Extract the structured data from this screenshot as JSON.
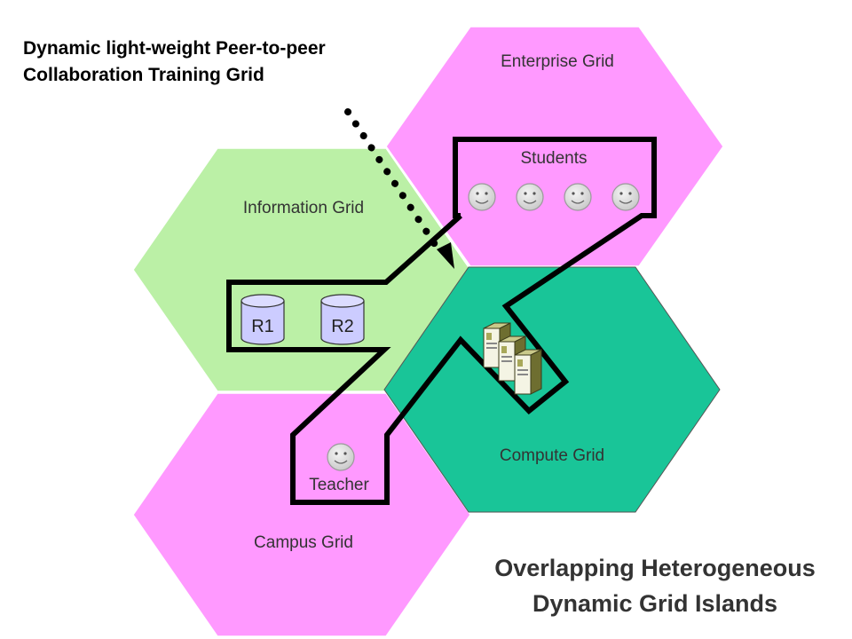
{
  "heading": {
    "line1": "Dynamic light-weight Peer-to-peer",
    "line2": "Collaboration Training Grid"
  },
  "footer": {
    "line1": "Overlapping Heterogeneous",
    "line2": "Dynamic Grid Islands"
  },
  "grids": {
    "enterprise": "Enterprise Grid",
    "information": "Information Grid",
    "compute": "Compute Grid",
    "campus": "Campus Grid"
  },
  "resources": {
    "r1": "R1",
    "r2": "R2"
  },
  "people": {
    "students": "Students",
    "teacher": "Teacher"
  },
  "colors": {
    "enterprise": "#ff99ff",
    "information": "#bbf0a6",
    "compute": "#19c598",
    "campus": "#ff99ff",
    "cylinder": "#ccccff",
    "face": "#dedede",
    "server": "#a8a85a"
  },
  "icons": [
    "smiley-face-icon",
    "server-cluster-icon",
    "database-cylinder-icon"
  ]
}
